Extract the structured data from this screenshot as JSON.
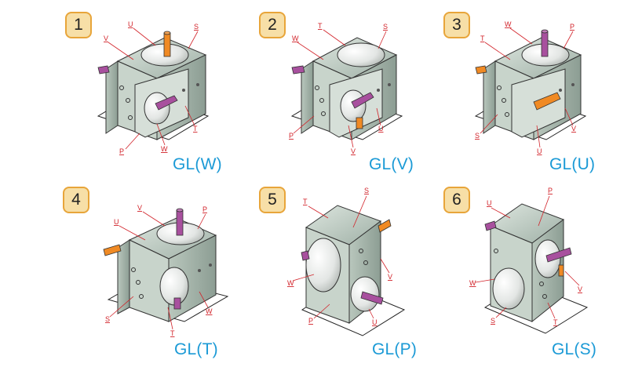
{
  "panels": [
    {
      "number": "1",
      "code": "GL(W)"
    },
    {
      "number": "2",
      "code": "GL(V)"
    },
    {
      "number": "3",
      "code": "GL(U)"
    },
    {
      "number": "4",
      "code": "GL(T)"
    },
    {
      "number": "5",
      "code": "GL(P)"
    },
    {
      "number": "6",
      "code": "GL(S)"
    }
  ],
  "labels": {
    "p1": {
      "a": "U",
      "b": "S",
      "c": "V",
      "d": "T",
      "e": "P",
      "f": "W"
    },
    "p2": {
      "a": "T",
      "b": "S",
      "c": "W",
      "d": "P",
      "e": "V",
      "f": "U"
    },
    "p3": {
      "a": "W",
      "b": "P",
      "c": "T",
      "d": "S",
      "e": "U",
      "f": "V"
    },
    "p4": {
      "a": "V",
      "b": "P",
      "c": "U",
      "d": "S",
      "e": "T",
      "f": "W"
    },
    "p5": {
      "a": "T",
      "b": "S",
      "c": "W",
      "d": "V",
      "e": "P",
      "f": "U"
    },
    "p6": {
      "a": "U",
      "b": "P",
      "c": "W",
      "d": "V",
      "e": "S",
      "f": "T"
    }
  },
  "colors": {
    "badge_fill": "#f7dfa7",
    "badge_border": "#e8a53a",
    "code_text": "#1b9ad6",
    "label_red": "#d2232a",
    "shaft_orange": "#f08a24",
    "shaft_purple": "#a8509e"
  }
}
